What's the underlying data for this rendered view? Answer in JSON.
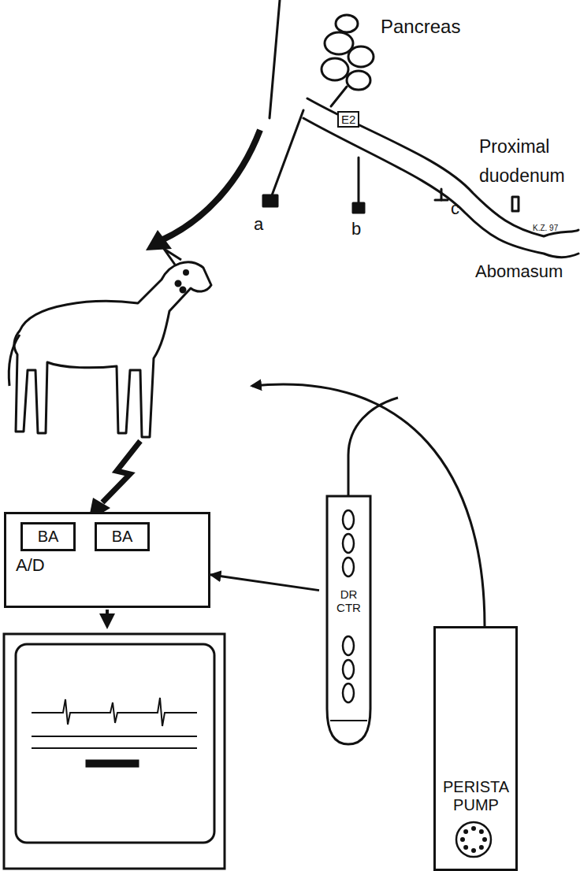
{
  "diagram": {
    "nodes": [
      {
        "text": [
          "A/D"
        ]
      },
      {
        "text": [
          "BA"
        ],
        "in": 0
      },
      {
        "text": [
          "BA"
        ],
        "in": 0
      },
      {
        "text": [
          "DR CTR"
        ]
      },
      {
        "text": [
          "PERISTA PUMP"
        ]
      }
    ],
    "edges": [
      {
        "from": 3,
        "to": 0,
        "arrow": "to"
      }
    ],
    "labels": [
      "Pancreas",
      "E2",
      "Proximal duodenum",
      "c",
      "a",
      "b",
      "K.Z. 97",
      "Abomasum"
    ]
  }
}
